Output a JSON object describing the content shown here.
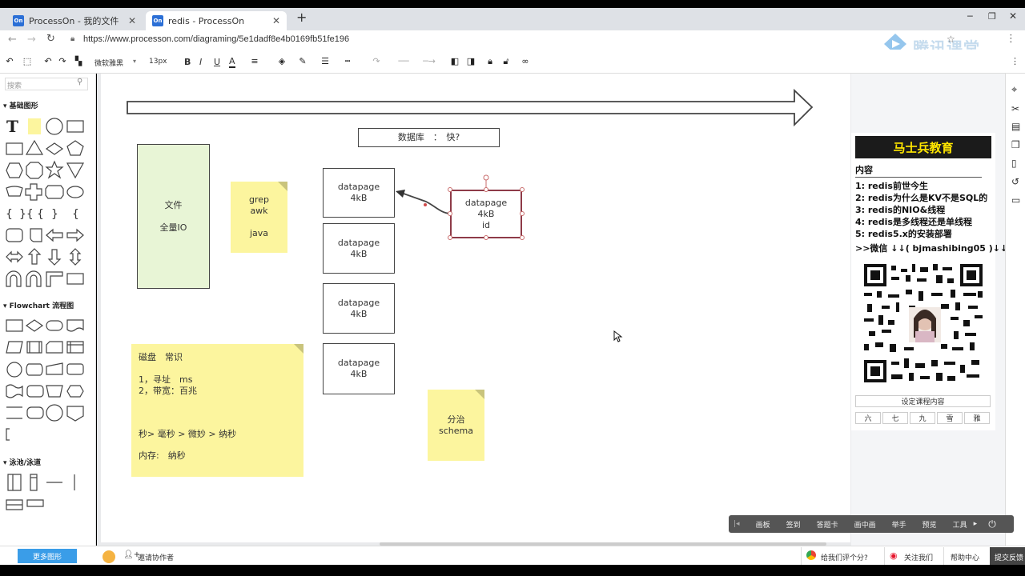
{
  "browser": {
    "tabs": [
      {
        "label": "ProcessOn - 我的文件",
        "favicon": "On"
      },
      {
        "label": "redis - ProcessOn",
        "favicon": "On"
      }
    ],
    "new_tab": "+",
    "url": "https://www.processon.com/diagraming/5e1dadf8e4b0169fb51fe196",
    "watermark": "腾讯课堂"
  },
  "toolbar": {
    "font_name": "微软雅黑",
    "font_size": "13px",
    "bold": "B",
    "italic": "I",
    "underline": "U",
    "font_color": "A"
  },
  "sidebar": {
    "search_placeholder": "搜索",
    "sections": [
      "基础图形",
      "Flowchart 流程图",
      "泳池/泳道"
    ],
    "more_button": "更多图形"
  },
  "canvas": {
    "db_label": "数据库　：　快?",
    "file_box": {
      "line1": "文件",
      "line2": "全量IO"
    },
    "note_grep": {
      "l1": "grep",
      "l2": "awk",
      "l3": "java"
    },
    "datapages": [
      {
        "l1": "datapage",
        "l2": "4kB"
      },
      {
        "l1": "datapage",
        "l2": "4kB"
      },
      {
        "l1": "datapage",
        "l2": "4kB"
      },
      {
        "l1": "datapage",
        "l2": "4kB"
      }
    ],
    "selected_page": {
      "l1": "datapage",
      "l2": "4kB",
      "l3": "id"
    },
    "note_disk": {
      "l1": "磁盘　常识",
      "l2": "1，寻址　ms",
      "l3": "2，带宽：百兆",
      "l4": "秒> 毫秒 >  微妙 >  纳秒",
      "l5": "内存:　纳秒"
    },
    "note_schema": {
      "l1": "分治",
      "l2": "schema"
    }
  },
  "ad": {
    "brand": "马士兵教育",
    "heading": "内容",
    "items": [
      "1: redis前世今生",
      "2: redis为什么是KV不是SQL的",
      "3: redis的NIO&线程",
      "4: redis是多线程还是单线程",
      "5: redis5.x的安装部署"
    ],
    "wechat": ">>微信 ↓↓( bjmashibing05 )↓↓",
    "set_course": "设定课程内容",
    "buttons": [
      "六",
      "七",
      "九",
      "雪",
      "雅"
    ]
  },
  "floatbar": [
    "画板",
    "签到",
    "答题卡",
    "画中画",
    "举手",
    "预览",
    "工具"
  ],
  "bottombar": {
    "invite": "邀请协作者",
    "rate": "给我们评个分?",
    "follow": "关注我们",
    "help": "帮助中心",
    "feedback": "提交反馈"
  },
  "colors": {
    "sticky": "#fcf59e",
    "file_fill": "#e8f5d6",
    "brand_bg": "#1b1b1b",
    "brand_fg": "#ffe600",
    "selected_border": "#8e3b48"
  }
}
